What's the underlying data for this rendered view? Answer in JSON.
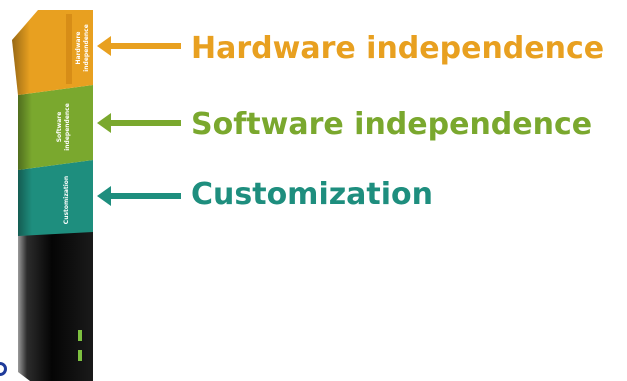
{
  "layers": [
    {
      "id": "hardware",
      "tower_label_lines": [
        "Hardware",
        "independence"
      ],
      "callout": "Hardware independence",
      "color": "#e8a020",
      "dark": "#c87e10"
    },
    {
      "id": "software",
      "tower_label_lines": [
        "Software",
        "independence"
      ],
      "callout": "Software independence",
      "color": "#7aa82e",
      "dark": "#5e8a1f"
    },
    {
      "id": "customization",
      "tower_label_lines": [
        "Customization"
      ],
      "callout": "Customization",
      "color": "#1e8e7e",
      "dark": "#15705f"
    }
  ],
  "base": {
    "color": "#111111",
    "led_color": "#7ec040"
  }
}
